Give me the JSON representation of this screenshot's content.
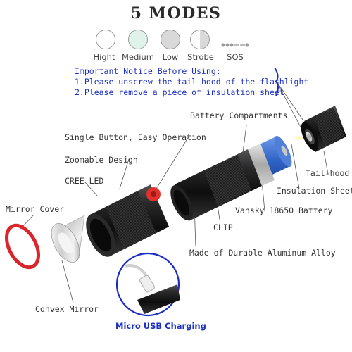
{
  "title": "5 MODES",
  "modes": [
    {
      "label": "Hight",
      "fill": "#ffffff"
    },
    {
      "label": "Medium",
      "fill": "#dff3ea"
    },
    {
      "label": "Low",
      "fill": "#d9d9d9"
    },
    {
      "label": "Strobe",
      "fill": "split"
    },
    {
      "label": "SOS",
      "fill": "dots"
    }
  ],
  "notice": {
    "heading": "Important Notice Before Using:",
    "line1": "1.Please unscrew the tail hood of the flashlight",
    "line2": "2.Please remove a piece of insulation sheet"
  },
  "callouts": {
    "battery_compartments": "Battery Compartments",
    "single_button": "Single Button, Easy Operation",
    "zoomable": "Zoomable Design",
    "cree_led": "CREE LED",
    "mirror_cover": "Mirror Cover",
    "tail_hood": "Tail-hood",
    "insulation_sheet": "Insulation Sheet",
    "battery": "Vansky 18650 Battery",
    "clip": "CLIP",
    "aluminum": "Made of Durable Aluminum Alloy",
    "convex_mirror": "Convex Mirror",
    "micro_usb": "Micro USB Charging"
  },
  "colors": {
    "notice_text": "#1a2fc2",
    "mirror_ring": "#d8262b",
    "button": "#e0322d",
    "battery": "#2f63c6",
    "body": "#1c1c1c"
  }
}
